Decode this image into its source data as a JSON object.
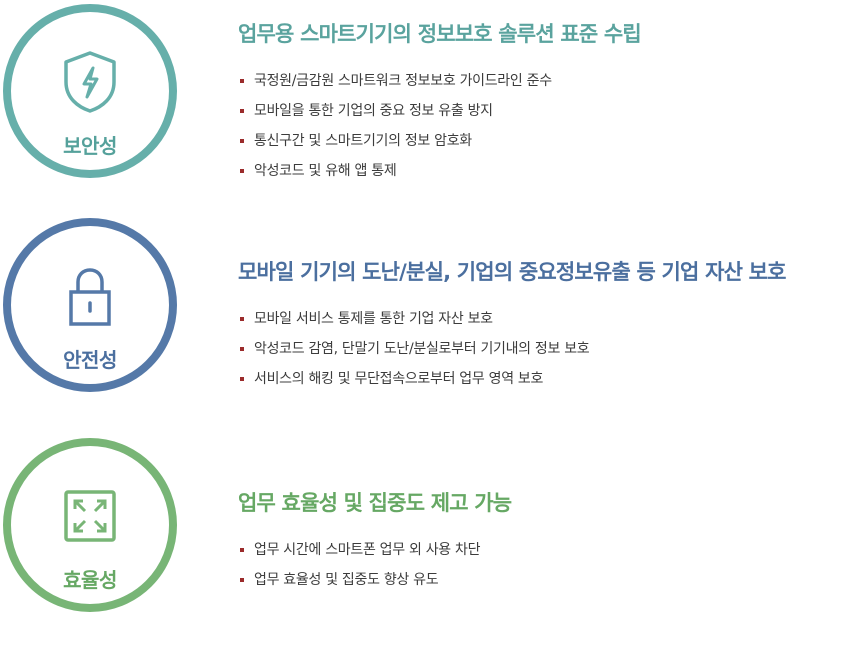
{
  "colors": {
    "security": "#66afaa",
    "safety": "#5579a8",
    "efficiency": "#78b576",
    "bullet": "#9b2b2b",
    "body_text": "#3c3c3c"
  },
  "sections": [
    {
      "label": "보안성",
      "icon": "shield-lightning-icon",
      "heading": "업무용 스마트기기의 정보보호 솔루션 표준 수립",
      "bullets": [
        "국정원/금감원 스마트워크 정보보호 가이드라인 준수",
        "모바일을 통한 기업의 중요 정보 유출 방지",
        "통신구간 및 스마트기기의 정보 암호화",
        "악성코드 및 유해 앱 통제"
      ]
    },
    {
      "label": "안전성",
      "icon": "lock-icon",
      "heading": "모바일 기기의 도난/분실, 기업의 중요정보유출 등 기업 자산 보호",
      "bullets": [
        "모바일 서비스 통제를 통한 기업 자산 보호",
        "악성코드 감염, 단말기 도난/분실로부터 기기내의 정보 보호",
        "서비스의 해킹 및 무단접속으로부터 업무 영역 보호"
      ]
    },
    {
      "label": "효율성",
      "icon": "expand-arrows-icon",
      "heading": "업무 효율성 및 집중도 제고 가능",
      "bullets": [
        "업무 시간에 스마트폰 업무 외 사용 차단",
        "업무 효율성 및 집중도 향상 유도"
      ]
    }
  ]
}
